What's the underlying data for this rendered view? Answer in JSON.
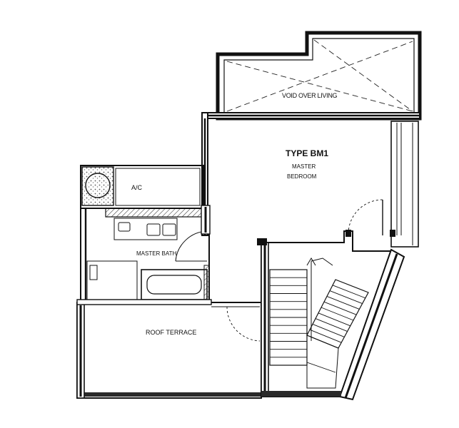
{
  "plan": {
    "labels": {
      "void": "VOID OVER LIVING",
      "unit_type": "TYPE BM1",
      "bedroom_line1": "MASTER",
      "bedroom_line2": "BEDROOM",
      "ac": "A/C",
      "bath": "MASTER BATH",
      "terrace": "ROOF TERRACE"
    },
    "colors": {
      "wall": "#111111",
      "wall_fill": "#2a2a2a",
      "hatch": "#555555",
      "background": "#ffffff"
    }
  }
}
